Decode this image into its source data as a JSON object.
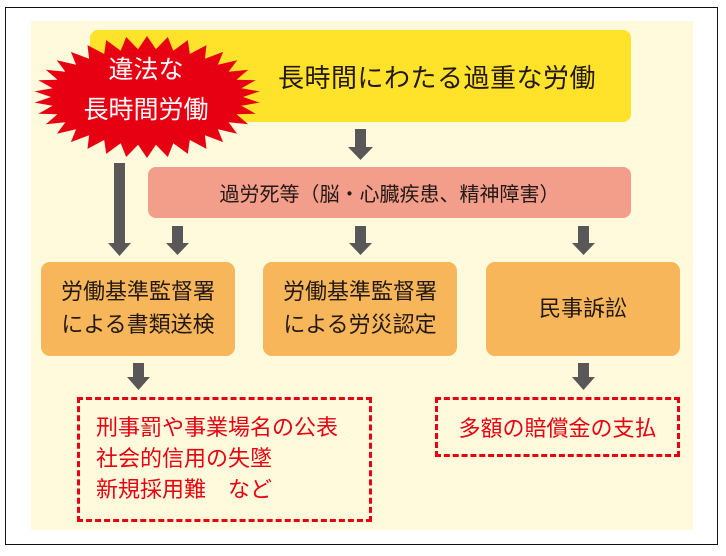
{
  "diagram": {
    "top_box": "長時間にわたる過重な労働",
    "starburst": {
      "line1": "違法な",
      "line2": "長時間労働"
    },
    "middle_box": "過労死等（脳・心臓疾患、精神障害）",
    "outcomes": [
      {
        "line1": "労働基準監督署",
        "line2": "による書類送検"
      },
      {
        "line1": "労働基準監督署",
        "line2": "による労災認定"
      },
      {
        "line1": "民事訴訟"
      }
    ],
    "consequences": [
      {
        "lines": [
          "刑事罰や事業場名の公表",
          "社会的信用の失墜",
          "新規採用難　など"
        ]
      },
      {
        "lines": [
          "多額の賠償金の支払"
        ]
      }
    ],
    "arrows": [
      {
        "from": "top_box",
        "to": "middle_box"
      },
      {
        "from": "starburst",
        "to": "outcomes.0"
      },
      {
        "from": "middle_box",
        "to": "outcomes.0"
      },
      {
        "from": "middle_box",
        "to": "outcomes.1"
      },
      {
        "from": "middle_box",
        "to": "outcomes.2"
      },
      {
        "from": "outcomes.0",
        "to": "consequences.0"
      },
      {
        "from": "outcomes.2",
        "to": "consequences.1"
      }
    ],
    "colors": {
      "background": "#fffadc",
      "top_box": "#ffe22a",
      "starburst": "#e60012",
      "middle_box": "#f39e8b",
      "outcome_box": "#f6b659",
      "consequence_border": "#e60012",
      "arrow": "#595757"
    }
  }
}
